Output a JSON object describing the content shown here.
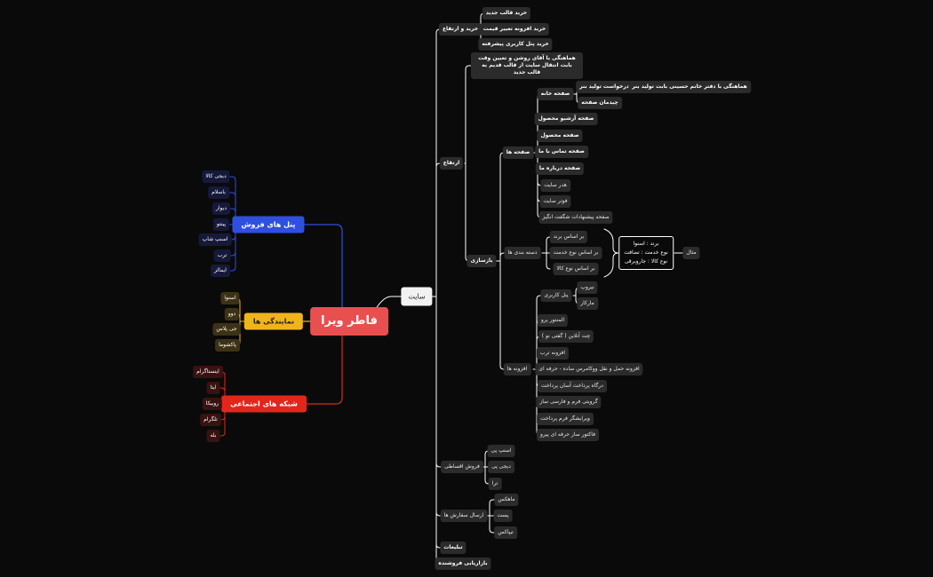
{
  "mindmap": {
    "root": "فاطر ویرا",
    "sales_panels": {
      "title": "پنل های فروش",
      "items": [
        "دیجی کالا",
        "باسلام",
        "دیوار",
        "پینتو",
        "اسنپ شاپ",
        "ترب",
        "ایمالز"
      ]
    },
    "representatives": {
      "title": "نمایندگی ها",
      "items": [
        "اسنوا",
        "دوو",
        "جی پلاس",
        "پاکشوما"
      ]
    },
    "social": {
      "title": "شبکه های اجتماعی",
      "items": [
        "اینستاگرام",
        "ایتا",
        "روبیکا",
        "تلگرام",
        "بله"
      ]
    },
    "site": {
      "title": "سایت",
      "purchase_upgrade": {
        "title": "خرید و ارتقاع",
        "items": [
          "خرید قالب جدید",
          "خرید افزونه تغییر قیمت",
          "خرید پنل کاربری پیشرفته"
        ]
      },
      "upgrade": {
        "title": "ارتقاع",
        "coordination": "هماهنگی با آقای روشن و تعیین وقت بابت انتقال سایت از قالب قدیم به قالب جدید",
        "redesign": {
          "title": "بازسازی",
          "pages": {
            "title": "صفحه ها",
            "home": {
              "title": "صفحه خانه",
              "banner_request": "درخواست تولید بنر",
              "banner_coordination": "هماهنگی با دفتر خانم حسینی بابت تولید بنر",
              "layout": "چیدمان صفحه"
            },
            "items": [
              "صفحه آرشیو محصول",
              "صفحه محصول",
              "صفحه تماس با ما",
              "صفحه درباره ما",
              "هدر سایت",
              "فوتر سایت",
              "صفحه پیشنهادات شگفت انگیز"
            ]
          },
          "categorization": {
            "title": "دسته بندی ها",
            "items": [
              "بر اساس برند",
              "بر اساس نوع خدمت",
              "بر اساس نوع کالا"
            ],
            "example_title": "مثال",
            "example_lines": [
              "برند : اسنوا",
              "نوع خدمت : تضافت",
              "نوع کالا : جاروبرقی"
            ]
          },
          "plugins": {
            "title": "افزونه ها",
            "user_panel": {
              "title": "پنل کاربری",
              "items": [
                "نیروپ",
                "مارکار"
              ]
            },
            "items": [
              "المنتور پرو",
              "چت آنلاین ( گفتی نو )",
              "افزونه ترب",
              "افزونه حمل و نقل ووکامرس ساده - حرفه ای",
              "درگاه پرداخت آسان پرداخت",
              "گرویتی فرم و فارسی ساز",
              "ویرایشگر فرم پرداخت",
              "فاکتور ساز حرفه ای پیرو"
            ]
          }
        }
      },
      "installments": {
        "title": "فروش اقساطی",
        "items": [
          "اسنپ پی",
          "دیجی پی",
          "ترا"
        ]
      },
      "shipping": {
        "title": "ارسال سفارش ها",
        "items": [
          "ماهکس",
          "پست",
          "تیپاکس"
        ]
      },
      "ads": "تبلیغات",
      "seller_marketing": "بازاریابی فروشنده"
    }
  },
  "colors": {
    "background": "#0a0a0a",
    "root": "#e8504f",
    "sales_branch": "#2f4fe0",
    "representatives_branch": "#f0b41b",
    "social_branch": "#e3261b",
    "site_line": "#ffffff"
  }
}
